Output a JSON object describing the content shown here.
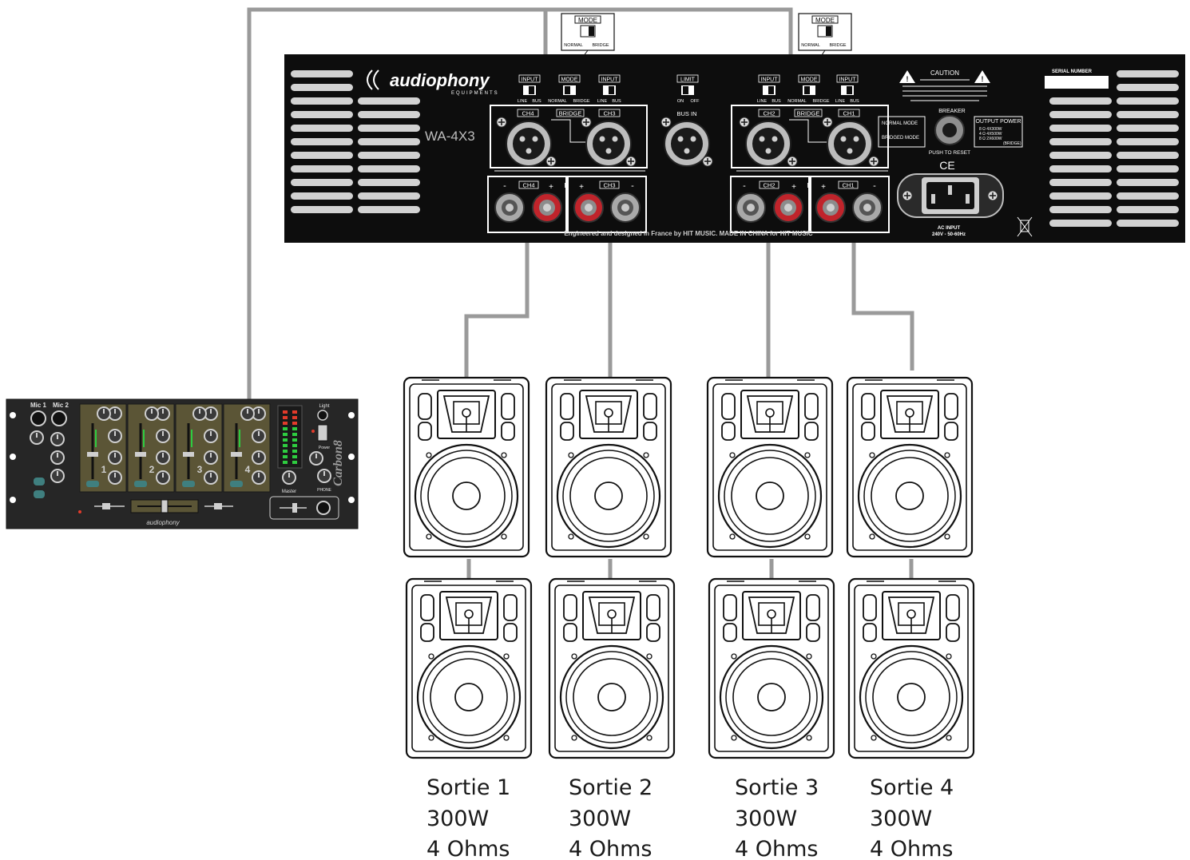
{
  "colors": {
    "panel": "#0d0d0d",
    "cable": "#9a9a9a",
    "jack_red": "#c0242b",
    "vent": "#d2d2d2",
    "mixer_body": "#262626",
    "mixer_strip": "#5b5536",
    "meter_green": "#2ecc40",
    "meter_red": "#e23b2b"
  },
  "amplifier": {
    "brand": "audiophony",
    "brand_sub": "EQUIPMENTS",
    "model": "WA-4X3",
    "mode_callout_left": {
      "title": "MODE",
      "left": "NORMAL",
      "right": "BRIDGE"
    },
    "mode_callout_right": {
      "title": "MODE",
      "left": "NORMAL",
      "right": "BRIDGE"
    },
    "switch_input": {
      "title": "INPUT",
      "left": "LINE",
      "right": "BUS"
    },
    "switch_mode": {
      "title": "MODE",
      "left": "NORMAL",
      "right": "BRIDGE"
    },
    "switch_limit": {
      "title": "LIMIT",
      "left": "ON",
      "right": "OFF"
    },
    "ch4": "CH4",
    "ch3": "CH3",
    "ch2": "CH2",
    "ch1": "CH1",
    "bridge": "BRIDGE",
    "bus_in": "BUS IN",
    "b": "B",
    "plus": "+",
    "minus": "-",
    "caution_title": "CAUTION",
    "breaker": "BREAKER",
    "push_reset": "PUSH TO RESET",
    "ce": "CE",
    "normal_mode": "NORMAL MODE",
    "bridged_mode": "BRIDGED MODE",
    "output_power_title": "OUTPUT POWER",
    "output_power_lines": [
      "8 Ω   4X300W",
      "4 Ω   4X500W",
      "8 Ω   2X600W",
      "(BRIDGE)"
    ],
    "ac_input": "AC INPUT",
    "ac_voltage": "240V - 50-60Hz",
    "serial_number": "SERIAL NUMBER",
    "footer": "Engineered and designed in France by HIT MUSIC. MADE IN CHINA for HIT MUSIC"
  },
  "mixer": {
    "mic1": "Mic 1",
    "mic2": "Mic 2",
    "ch_numbers": [
      "1",
      "2",
      "3",
      "4"
    ],
    "master": "Master",
    "light": "Light",
    "power": "Power",
    "phone": "PHONE",
    "brand": "audiophony",
    "model": "Carbon8"
  },
  "outputs": [
    {
      "title": "Sortie 1",
      "power": "300W",
      "impedance": "4 Ohms"
    },
    {
      "title": "Sortie 2",
      "power": "300W",
      "impedance": "4 Ohms"
    },
    {
      "title": "Sortie 3",
      "power": "300W",
      "impedance": "4 Ohms"
    },
    {
      "title": "Sortie 4",
      "power": "300W",
      "impedance": "4 Ohms"
    }
  ]
}
